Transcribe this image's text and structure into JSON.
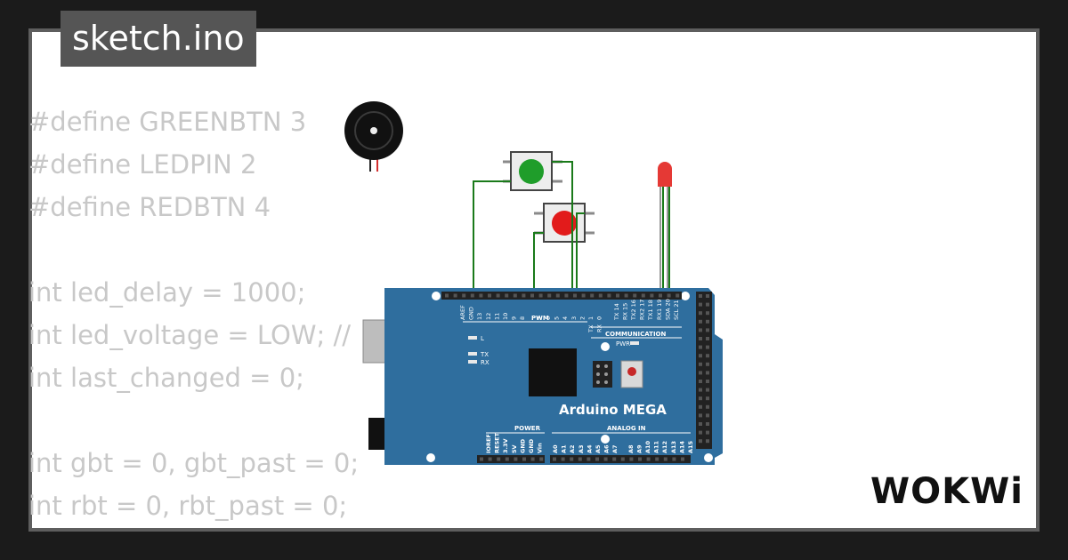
{
  "file_tab": {
    "name": "sketch.ino"
  },
  "code_lines": [
    "#define GREENBTN 3",
    "#define LEDPIN 2",
    "#define REDBTN 4",
    "",
    "int led_delay = 1000;",
    "int led_voltage = LOW; //",
    "int last_changed = 0;",
    "",
    "int gbt = 0, gbt_past = 0;",
    "int rbt = 0, rbt_past = 0;"
  ],
  "board": {
    "name": "Arduino MEGA",
    "color": "#2f6e9e",
    "labels": {
      "pwm": "PWM",
      "communication": "COMMUNICATION",
      "power": "POWER",
      "analog_in": "ANALOG IN",
      "l": "L",
      "tx": "TX",
      "rx": "RX",
      "pwr": "PWR"
    },
    "digital_pins": [
      "AREF",
      "GND",
      "13",
      "12",
      "11",
      "10",
      "9",
      "8",
      "",
      "7",
      "6",
      "5",
      "4",
      "3",
      "2",
      "1",
      "0",
      "",
      "TX 14",
      "RX 15",
      "TX2 16",
      "RX2 17",
      "TX1 18",
      "RX1 19",
      "SDA 20",
      "SCL 21"
    ],
    "digital_sub": [
      "",
      "",
      "",
      "",
      "",
      "",
      "",
      "",
      "",
      "",
      "",
      "",
      "",
      "",
      "",
      "TX",
      "RX"
    ],
    "power_pins": [
      "IOREF",
      "RESET",
      "3.3V",
      "5V",
      "GND",
      "GND",
      "Vin"
    ],
    "analog_pins": [
      "A0",
      "A1",
      "A2",
      "A3",
      "A4",
      "A5",
      "A6",
      "A7",
      "A8",
      "A9",
      "A10",
      "A11",
      "A12",
      "A13",
      "A14",
      "A15"
    ]
  },
  "components": {
    "buzzer": "buzzer-icon",
    "green_button_color": "#1f9d2a",
    "red_button_color": "#e21b1b",
    "led_color": "#e53935"
  },
  "wire_color": "#1a7a1a",
  "brand": {
    "name": "WOKWi"
  }
}
